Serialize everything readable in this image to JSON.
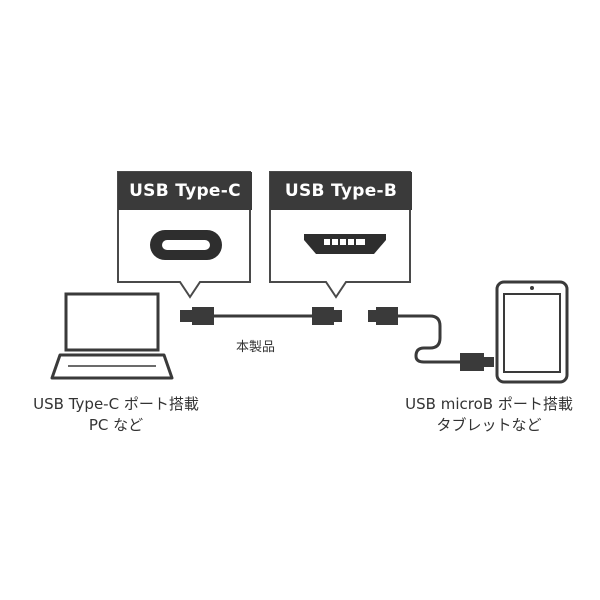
{
  "callouts": {
    "type_c": {
      "label": "USB Type-C",
      "port_icon": "usb-type-c-port-icon"
    },
    "type_b": {
      "label": "USB Type-B",
      "port_icon": "usb-micro-b-port-icon"
    }
  },
  "cable": {
    "label": "本製品"
  },
  "devices": {
    "laptop": {
      "icon": "laptop-icon",
      "caption_line1": "USB Type-C ポート搭載",
      "caption_line2": "PC など"
    },
    "tablet": {
      "icon": "tablet-icon",
      "caption_line1": "USB microB ポート搭載",
      "caption_line2": "タブレットなど"
    }
  },
  "colors": {
    "dark": "#3a3a3a",
    "stroke": "#4a4a4a",
    "background": "#ffffff"
  }
}
